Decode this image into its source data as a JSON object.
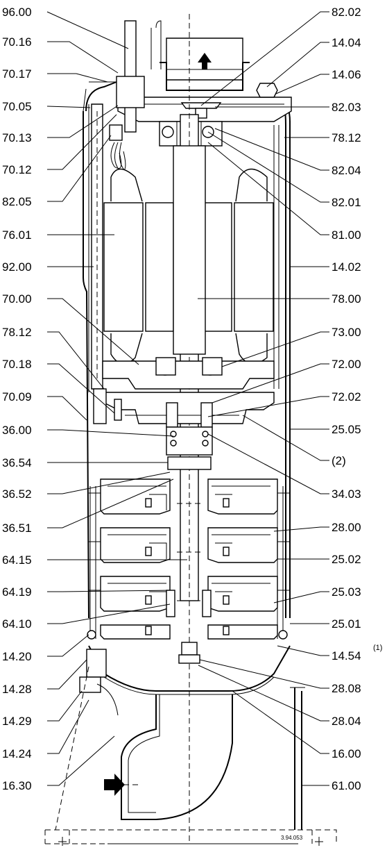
{
  "diagram": {
    "labels_left": [
      "96.00",
      "70.16",
      "70.17",
      "70.05",
      "70.13",
      "70.12",
      "82.05",
      "76.01",
      "92.00",
      "70.00",
      "78.12",
      "70.18",
      "70.09",
      "36.00",
      "36.54",
      "36.52",
      "36.51",
      "64.15",
      "64.19",
      "64.10",
      "14.20",
      "14.28",
      "14.29",
      "14.24",
      "16.30"
    ],
    "labels_right": [
      "82.02",
      "14.04",
      "14.06",
      "82.03",
      "78.12",
      "82.04",
      "82.01",
      "81.00",
      "14.02",
      "78.00",
      "73.00",
      "72.00",
      "72.02",
      "25.05",
      "(2)",
      "34.03",
      "28.00",
      "25.02",
      "25.03",
      "25.01",
      "14.54",
      "28.08",
      "28.04",
      "16.00",
      "61.00"
    ],
    "footnote_mark": "(1)",
    "drawing_code": "3.94.053"
  }
}
